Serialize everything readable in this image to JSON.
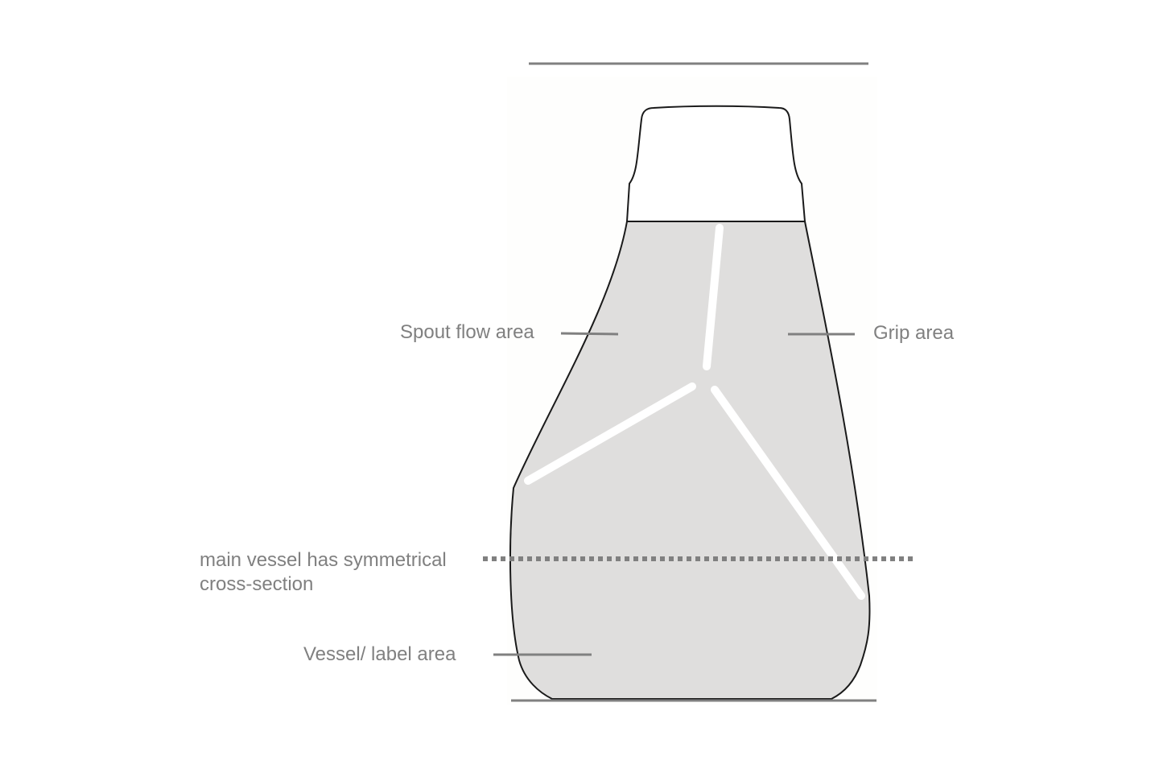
{
  "labels": {
    "spout": "Spout flow area",
    "grip": "Grip area",
    "main_line1": "main vessel has symmetrical",
    "main_line2": "cross-section",
    "vessel": "Vessel/ label area"
  },
  "colors": {
    "background": "#ffffff",
    "panel": "#fefefd",
    "body_fill": "#dfdedd",
    "outline": "#1a1a1a",
    "guide": "#808080",
    "text": "#808080",
    "highlight": "#ffffff"
  }
}
